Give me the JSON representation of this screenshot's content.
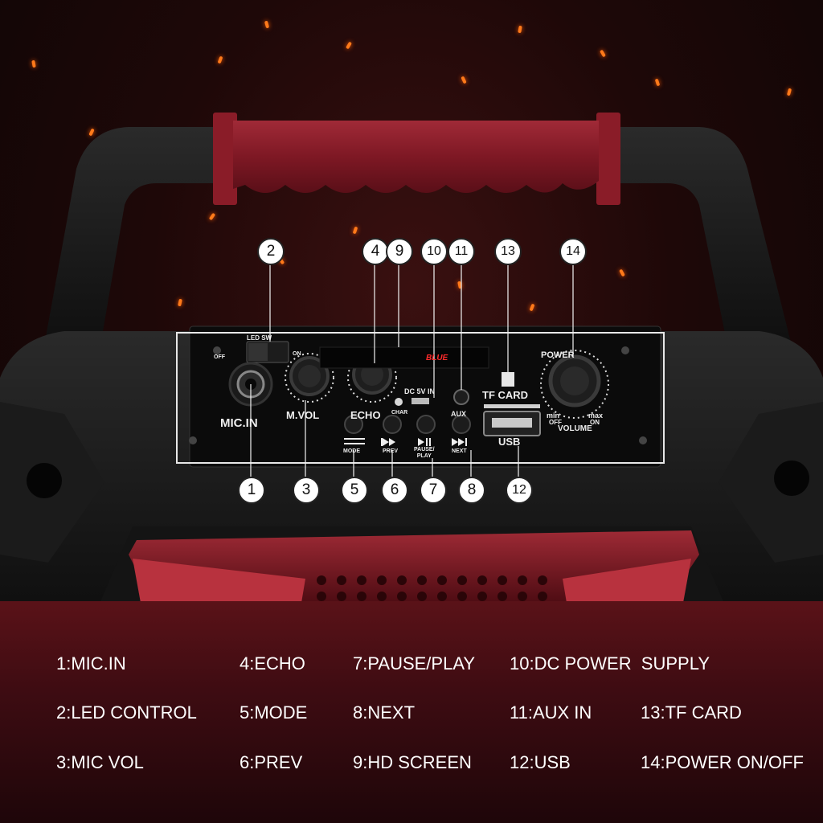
{
  "panel": {
    "led_sw": "LED SW",
    "off": "OFF",
    "on": "ON",
    "mic_in": "MIC.IN",
    "m_vol": "M.VOL",
    "echo": "ECHO",
    "char": "CHAR",
    "dc_5v_in": "DC 5V IN",
    "aux": "AUX",
    "tf_card": "TF CARD",
    "usb": "USB",
    "power": "POWER",
    "min": "min",
    "min_off": "OFF",
    "max": "max",
    "max_on": "ON",
    "volume": "VOLUME",
    "mode": "MODE",
    "prev": "PREV",
    "pause_play": "PAUSE/\nPLAY",
    "next": "NEXT",
    "screen_text": "BLUE"
  },
  "callouts": {
    "c1": "1",
    "c2": "2",
    "c3": "3",
    "c4": "4",
    "c5": "5",
    "c6": "6",
    "c7": "7",
    "c8": "8",
    "c9": "9",
    "c10": "10",
    "c11": "11",
    "c12": "12",
    "c13": "13",
    "c14": "14"
  },
  "legend": {
    "l1": "1:MIC.IN",
    "l2": "2:LED CONTROL",
    "l3": "3:MIC VOL",
    "l4": "4:ECHO",
    "l5": "5:MODE",
    "l6": "6:PREV",
    "l7": "7:PAUSE/PLAY",
    "l8": "8:NEXT",
    "l9": "9:HD SCREEN",
    "l10": "10:DC POWER  SUPPLY",
    "l11": "11:AUX IN",
    "l12": "12:USB",
    "l13": "13:TF CARD",
    "l14": "14:POWER ON/OFF"
  },
  "colors": {
    "accent_red": "#8e1d2a",
    "body_black": "#1a1a1a",
    "panel_black": "#0c0c0c",
    "screen_red": "#ff2222"
  }
}
